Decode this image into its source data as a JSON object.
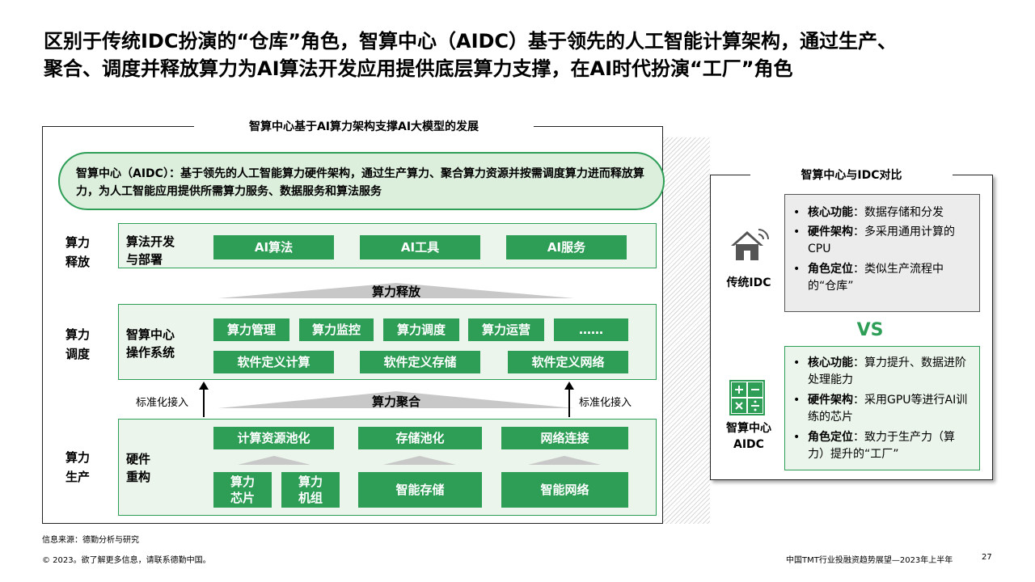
{
  "title": {
    "line1": "区别于传统IDC扮演的“仓库”角色，智算中心（AIDC）基于领先的人工智能计算架构，通过生产、",
    "line2": "聚合、调度并释放算力为AI算法开发应用提供底层算力支撑，在AI时代扮演“工厂”角色"
  },
  "left_panel": {
    "title": "智算中心基于AI算力架构支撑AI大模型的发展",
    "oval_text": "智算中心（AIDC）：基于领先的人工智能算力硬件架构，通过生产算力、聚合算力资源并按需调度算力进而释放算力，为人工智能应用提供所需算力服务、数据服务和算法服务",
    "release": {
      "row_label": "算力\n释放",
      "band_label": "算法开发\n与部署",
      "boxes": [
        "AI算法",
        "AI工具",
        "AI服务"
      ]
    },
    "release_arrow_label": "算力释放",
    "schedule": {
      "row_label": "算力\n调度",
      "band_label": "智算中心\n操作系统",
      "boxes_top": [
        "算力管理",
        "算力监控",
        "算力调度",
        "算力运营",
        "……"
      ],
      "boxes_bottom": [
        "软件定义计算",
        "软件定义存储",
        "软件定义网络"
      ]
    },
    "aggregate_arrow_label": "算力聚合",
    "side_note_left": "标准化接入",
    "side_note_right": "标准化接入",
    "produce": {
      "row_label": "算力\n生产",
      "band_label": "硬件\n重构",
      "boxes_top": [
        "计算资源池化",
        "存储池化",
        "网络连接"
      ],
      "boxes_bottom": [
        "算力\n芯片",
        "算力\n机组",
        "智能存储",
        "智能网络"
      ]
    }
  },
  "right_panel": {
    "title": "智算中心与IDC对比",
    "idc_label": "传统IDC",
    "aidc_label": "智算中心\nAIDC",
    "vs": "VS",
    "idc_items": [
      {
        "key": "核心功能",
        "text": "：数据存储和分发"
      },
      {
        "key": "硬件架构",
        "text": "：多采用通用计算的CPU"
      },
      {
        "key": "角色定位",
        "text": "：类似生产流程中的“仓库”"
      }
    ],
    "aidc_items": [
      {
        "key": "核心功能",
        "text": "：算力提升、数据进阶处理能力"
      },
      {
        "key": "硬件架构",
        "text": "：采用GPU等进行AI训练的芯片"
      },
      {
        "key": "角色定位",
        "text": "：致力于生产力（算力）提升的“工厂”"
      }
    ],
    "colors": {
      "accent": "#2e9e57",
      "light_green": "#ebf5eb",
      "gray": "#ececec"
    }
  },
  "footer": {
    "source": "信息来源：德勤分析与研究",
    "copyright": "© 2023。欲了解更多信息，请联系德勤中国。",
    "report": "中国TMT行业投融资趋势展望—2023年上半年",
    "page": "27"
  }
}
